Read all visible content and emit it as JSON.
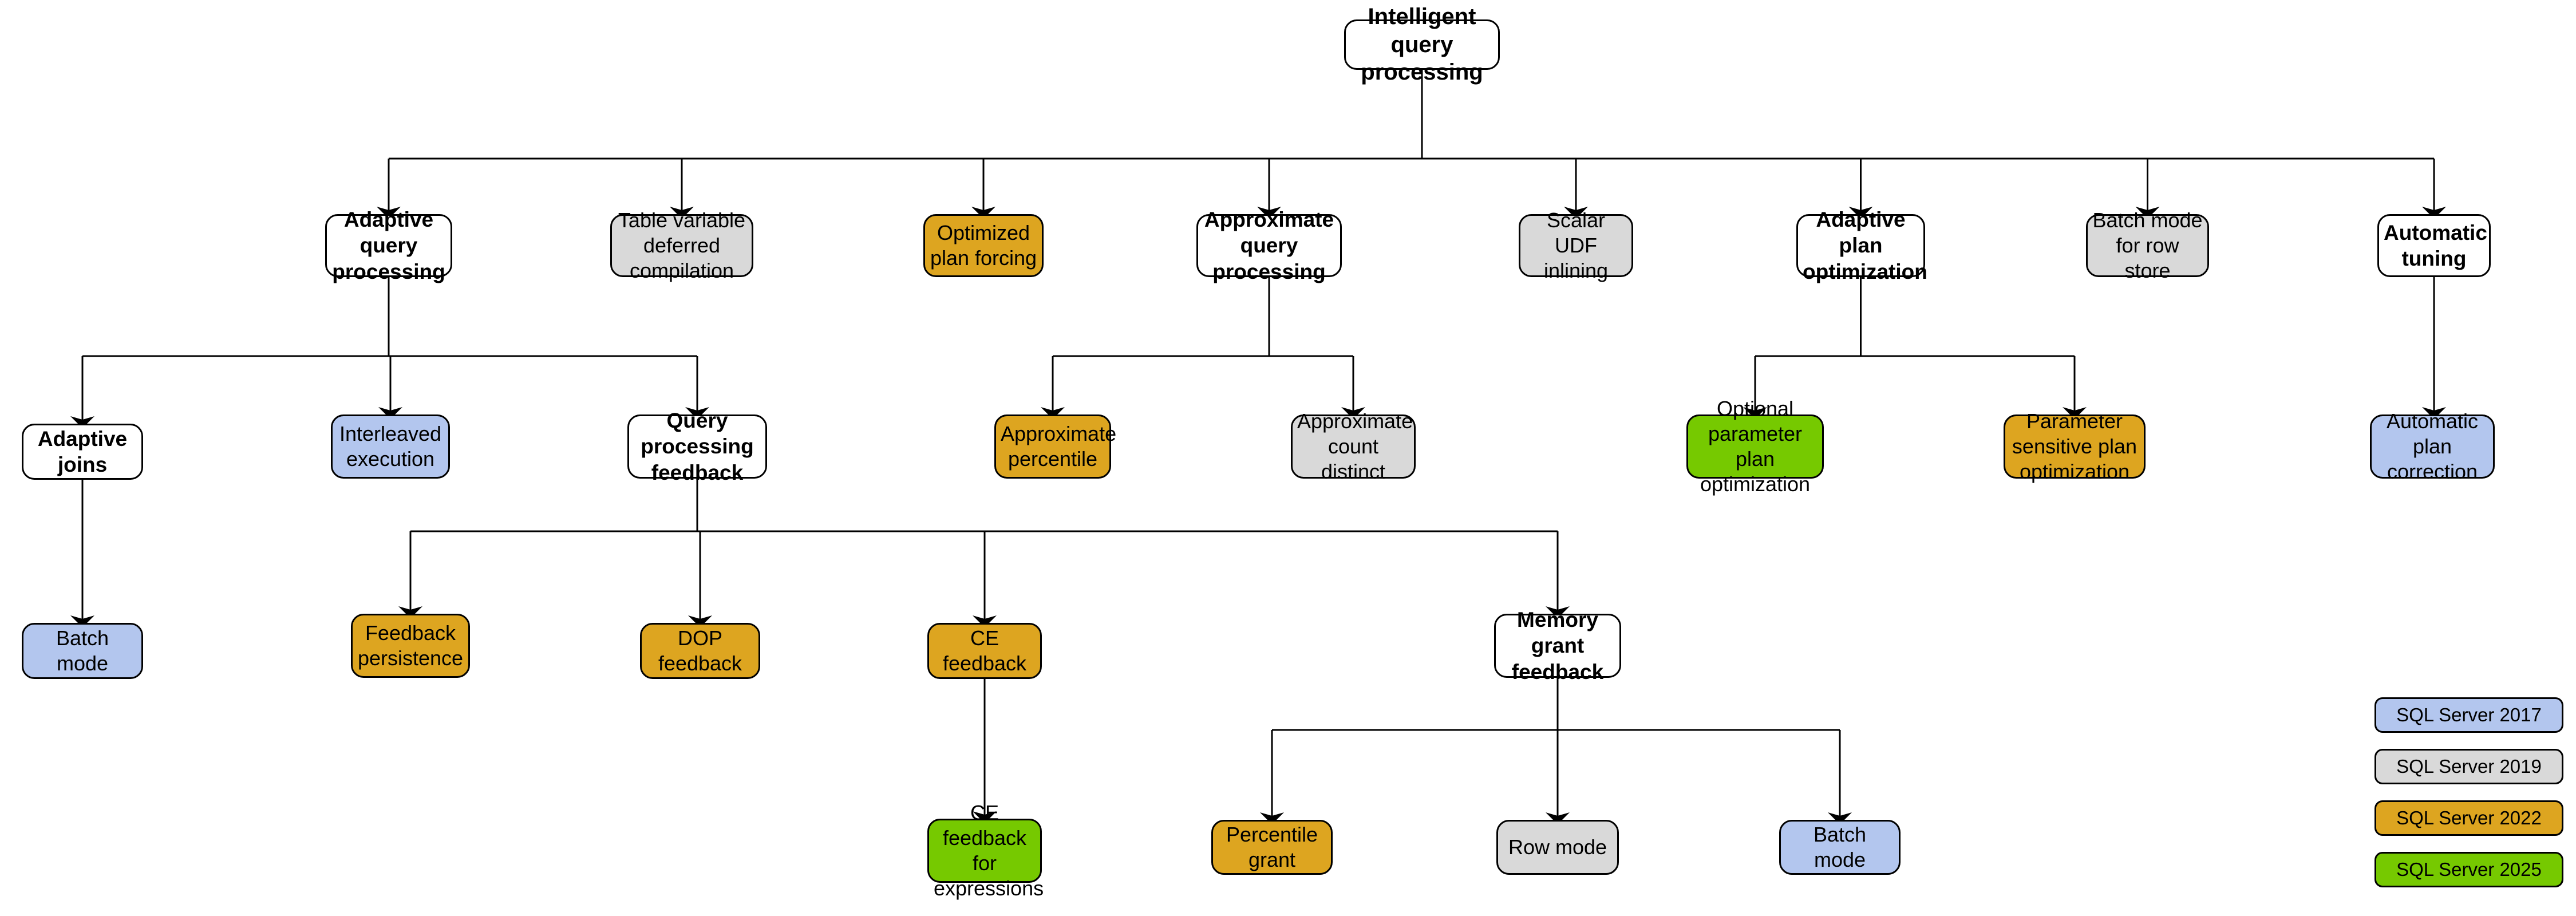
{
  "diagram": {
    "title": "Intelligent query processing",
    "root": {
      "id": "root",
      "label": "Intelligent query processing",
      "color": "white"
    },
    "nodes": [
      {
        "id": "adaptive-query-processing",
        "label": "Adaptive query processing",
        "color": "white",
        "level": 1
      },
      {
        "id": "table-variable-deferred-compilation",
        "label": "Table variable deferred compilation",
        "color": "gray",
        "level": 1
      },
      {
        "id": "optimized-plan-forcing",
        "label": "Optimized plan forcing",
        "color": "amber",
        "level": 1
      },
      {
        "id": "approximate-query-processing",
        "label": "Approximate query processing",
        "color": "white",
        "level": 1
      },
      {
        "id": "scalar-udf-inlining",
        "label": "Scalar UDF inlining",
        "color": "gray",
        "level": 1
      },
      {
        "id": "adaptive-plan-optimization",
        "label": "Adaptive plan optimization",
        "color": "white",
        "level": 1
      },
      {
        "id": "batch-mode-for-row-store",
        "label": "Batch mode for row store",
        "color": "gray",
        "level": 1
      },
      {
        "id": "automatic-tuning",
        "label": "Automatic tuning",
        "color": "white",
        "level": 1
      },
      {
        "id": "adaptive-joins",
        "label": "Adaptive joins",
        "color": "white",
        "level": 2
      },
      {
        "id": "interleaved-execution",
        "label": "Interleaved execution",
        "color": "blue",
        "level": 2
      },
      {
        "id": "query-processing-feedback",
        "label": "Query processing feedback",
        "color": "white",
        "level": 2
      },
      {
        "id": "approximate-percentile",
        "label": "Approximate percentile",
        "color": "amber",
        "level": 2
      },
      {
        "id": "approximate-count-distinct",
        "label": "Approximate count distinct",
        "color": "gray",
        "level": 2
      },
      {
        "id": "optional-parameter-plan-optimization",
        "label": "Optional parameter plan optimization",
        "color": "green",
        "level": 2
      },
      {
        "id": "parameter-sensitive-plan-optimization",
        "label": "Parameter sensitive plan optimization",
        "color": "amber",
        "level": 2
      },
      {
        "id": "automatic-plan-correction",
        "label": "Automatic plan correction",
        "color": "blue",
        "level": 2
      },
      {
        "id": "batch-mode-adaptive-joins",
        "label": "Batch mode",
        "color": "blue",
        "level": 3
      },
      {
        "id": "feedback-persistence",
        "label": "Feedback persistence",
        "color": "amber",
        "level": 3
      },
      {
        "id": "dop-feedback",
        "label": "DOP feedback",
        "color": "amber",
        "level": 3
      },
      {
        "id": "ce-feedback",
        "label": "CE feedback",
        "color": "amber",
        "level": 3
      },
      {
        "id": "memory-grant-feedback",
        "label": "Memory grant feedback",
        "color": "white",
        "level": 3
      },
      {
        "id": "ce-feedback-for-expressions",
        "label": "CE feedback for expressions",
        "color": "green",
        "level": 4
      },
      {
        "id": "percentile-grant",
        "label": "Percentile grant",
        "color": "amber",
        "level": 4
      },
      {
        "id": "row-mode",
        "label": "Row mode",
        "color": "gray",
        "level": 4
      },
      {
        "id": "batch-mode-memory-grant",
        "label": "Batch mode",
        "color": "blue",
        "level": 4
      }
    ],
    "edges": [
      {
        "from": "root",
        "to": "adaptive-query-processing"
      },
      {
        "from": "root",
        "to": "table-variable-deferred-compilation"
      },
      {
        "from": "root",
        "to": "optimized-plan-forcing"
      },
      {
        "from": "root",
        "to": "approximate-query-processing"
      },
      {
        "from": "root",
        "to": "scalar-udf-inlining"
      },
      {
        "from": "root",
        "to": "adaptive-plan-optimization"
      },
      {
        "from": "root",
        "to": "batch-mode-for-row-store"
      },
      {
        "from": "root",
        "to": "automatic-tuning"
      },
      {
        "from": "adaptive-query-processing",
        "to": "adaptive-joins"
      },
      {
        "from": "adaptive-query-processing",
        "to": "interleaved-execution"
      },
      {
        "from": "adaptive-query-processing",
        "to": "query-processing-feedback"
      },
      {
        "from": "approximate-query-processing",
        "to": "approximate-percentile"
      },
      {
        "from": "approximate-query-processing",
        "to": "approximate-count-distinct"
      },
      {
        "from": "adaptive-plan-optimization",
        "to": "optional-parameter-plan-optimization"
      },
      {
        "from": "adaptive-plan-optimization",
        "to": "parameter-sensitive-plan-optimization"
      },
      {
        "from": "automatic-tuning",
        "to": "automatic-plan-correction"
      },
      {
        "from": "adaptive-joins",
        "to": "batch-mode-adaptive-joins"
      },
      {
        "from": "query-processing-feedback",
        "to": "feedback-persistence"
      },
      {
        "from": "query-processing-feedback",
        "to": "dop-feedback"
      },
      {
        "from": "query-processing-feedback",
        "to": "ce-feedback"
      },
      {
        "from": "query-processing-feedback",
        "to": "memory-grant-feedback"
      },
      {
        "from": "ce-feedback",
        "to": "ce-feedback-for-expressions"
      },
      {
        "from": "memory-grant-feedback",
        "to": "percentile-grant"
      },
      {
        "from": "memory-grant-feedback",
        "to": "row-mode"
      },
      {
        "from": "memory-grant-feedback",
        "to": "batch-mode-memory-grant"
      }
    ]
  },
  "legend": {
    "items": [
      {
        "id": "legend-sql-server-2017",
        "label": "SQL Server 2017",
        "color": "blue"
      },
      {
        "id": "legend-sql-server-2019",
        "label": "SQL Server 2019",
        "color": "gray"
      },
      {
        "id": "legend-sql-server-2022",
        "label": "SQL Server 2022",
        "color": "amber"
      },
      {
        "id": "legend-sql-server-2025",
        "label": "SQL Server 2025",
        "color": "green"
      }
    ]
  },
  "palette": {
    "white": "#ffffff",
    "gray": "#d9d9d9",
    "amber": "#dda520",
    "blue": "#b3c6ee",
    "green": "#76c900",
    "stroke": "#000000"
  }
}
